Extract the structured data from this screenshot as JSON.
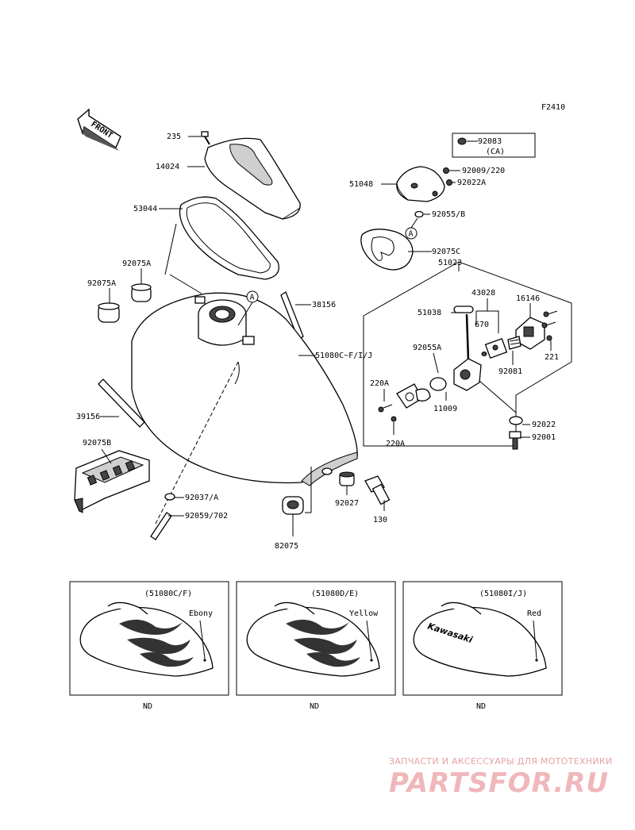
{
  "ref_code": "F2410",
  "front_label": "FRONT",
  "ca_box": {
    "part": "92083",
    "note": "(CA)"
  },
  "callout_circle_letter": "A",
  "parts": {
    "p235": "235",
    "p14024": "14024",
    "p53044": "53044",
    "p92075A_1": "92075A",
    "p92075A_2": "92075A",
    "p38156": "38156",
    "p39156": "39156",
    "p92075B": "92075B",
    "p92037A": "92037/A",
    "p92059": "92059/702",
    "p82075": "82075",
    "p92027": "92027",
    "p130": "130",
    "p51080": "51080C~F/I/J",
    "p92009": "92009/220",
    "p51048": "51048",
    "p92022A": "92022A",
    "p92055B": "92055/B",
    "p92075C": "92075C",
    "p51023": "51023",
    "p43028": "43028",
    "p16146": "16146",
    "p51038": "51038",
    "p670": "670",
    "p92055A": "92055A",
    "p92081": "92081",
    "p221": "221",
    "p220A_1": "220A",
    "p220A_2": "220A",
    "p11009": "11009",
    "p92022": "92022",
    "p92001": "92001"
  },
  "variants": [
    {
      "code": "(51080C/F)",
      "color": "Ebony",
      "note": "ND"
    },
    {
      "code": "(51080D/E)",
      "color": "Yellow",
      "note": "ND"
    },
    {
      "code": "(51080I/J)",
      "color": "Red",
      "note": "ND",
      "brand": "Kawasaki"
    }
  ],
  "watermark": {
    "top": "ЗАПЧАСТИ И АКСЕССУАРЫ ДЛЯ МОТОТЕХНИКИ",
    "main": "PARTSFOR.RU"
  }
}
